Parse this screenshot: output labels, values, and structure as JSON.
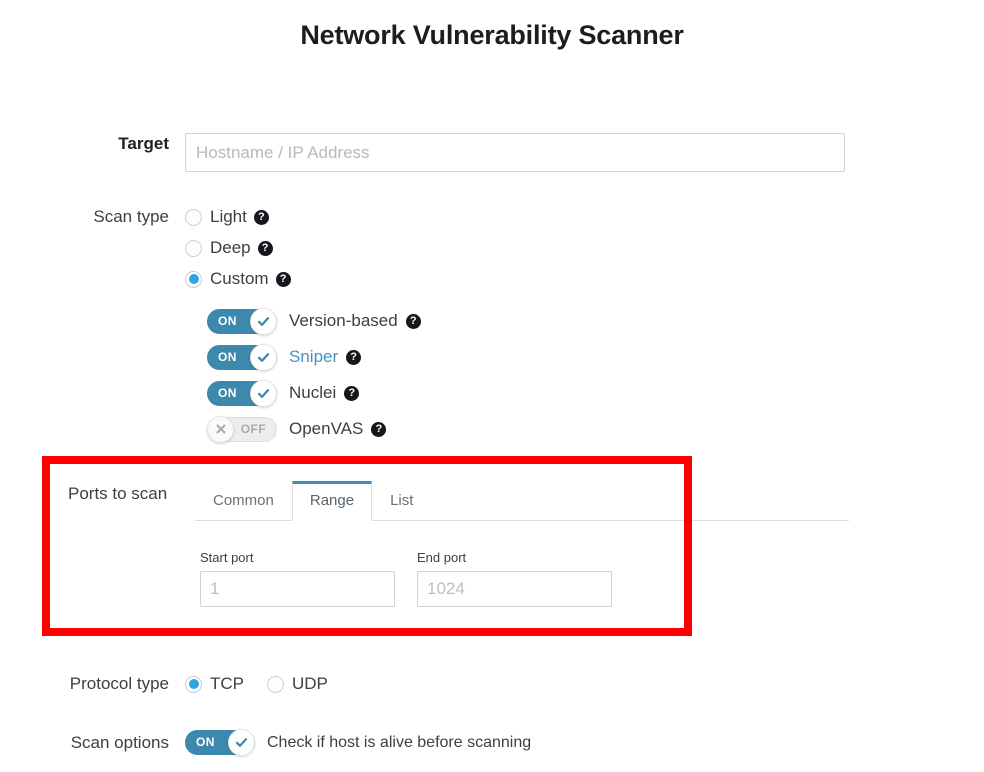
{
  "page": {
    "title": "Network Vulnerability Scanner"
  },
  "target": {
    "label": "Target",
    "placeholder": "Hostname / IP Address",
    "value": ""
  },
  "scan_type": {
    "label": "Scan type",
    "options": [
      {
        "label": "Light",
        "selected": false,
        "help": "?"
      },
      {
        "label": "Deep",
        "selected": false,
        "help": "?"
      },
      {
        "label": "Custom",
        "selected": true,
        "help": "?"
      }
    ]
  },
  "custom_modules": [
    {
      "label": "Version-based",
      "state": "ON",
      "on_text": "ON",
      "off_text": "OFF",
      "link": false,
      "help": "?"
    },
    {
      "label": "Sniper",
      "state": "ON",
      "on_text": "ON",
      "off_text": "OFF",
      "link": true,
      "help": "?"
    },
    {
      "label": "Nuclei",
      "state": "ON",
      "on_text": "ON",
      "off_text": "OFF",
      "link": false,
      "help": "?"
    },
    {
      "label": "OpenVAS",
      "state": "OFF",
      "on_text": "ON",
      "off_text": "OFF",
      "link": false,
      "help": "?"
    }
  ],
  "ports": {
    "label": "Ports to scan",
    "tabs": [
      {
        "label": "Common",
        "active": false
      },
      {
        "label": "Range",
        "active": true
      },
      {
        "label": "List",
        "active": false
      }
    ],
    "start_port": {
      "label": "Start port",
      "placeholder": "1",
      "value": ""
    },
    "end_port": {
      "label": "End port",
      "placeholder": "1024",
      "value": ""
    }
  },
  "protocol": {
    "label": "Protocol type",
    "options": [
      {
        "label": "TCP",
        "selected": true
      },
      {
        "label": "UDP",
        "selected": false
      }
    ]
  },
  "scan_options": {
    "label": "Scan options",
    "toggle": {
      "state": "ON",
      "on_text": "ON",
      "off_text": "OFF"
    },
    "text": "Check if host is alive before scanning"
  },
  "colors": {
    "accent_blue": "#2ea7e0",
    "toggle_on": "#3d88ad",
    "tab_active_border": "#3f8dbf",
    "highlight_red": "#fd0000",
    "link_blue": "#4a90c4"
  },
  "highlight": {
    "name": "ports-to-scan-highlight"
  }
}
